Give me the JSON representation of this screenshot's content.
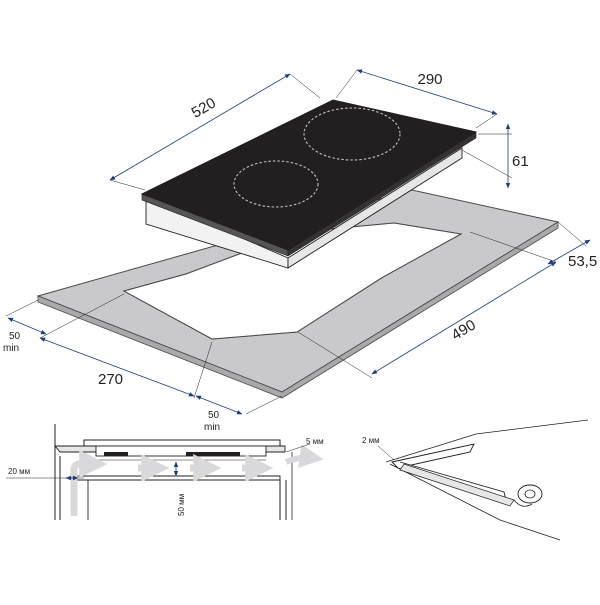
{
  "hob": {
    "width": "520",
    "depth": "290",
    "height": "61"
  },
  "cutout": {
    "width": "490",
    "depth": "270",
    "edge_offset": "53,5",
    "min_left_value": "50",
    "min_left_unit": "min",
    "min_front_value": "50",
    "min_front_unit": "min"
  },
  "ventilation": {
    "side_gap": "20 мм",
    "top_gap": "5 мм",
    "under_gap": "50 мм"
  },
  "seal": {
    "thickness": "2 мм"
  },
  "colors": {
    "ink": "#231f20",
    "dim_line": "#1c3f7a",
    "glass": "#231f20",
    "countertop": "#c9c9cb",
    "airflow": "#d9d9db"
  }
}
